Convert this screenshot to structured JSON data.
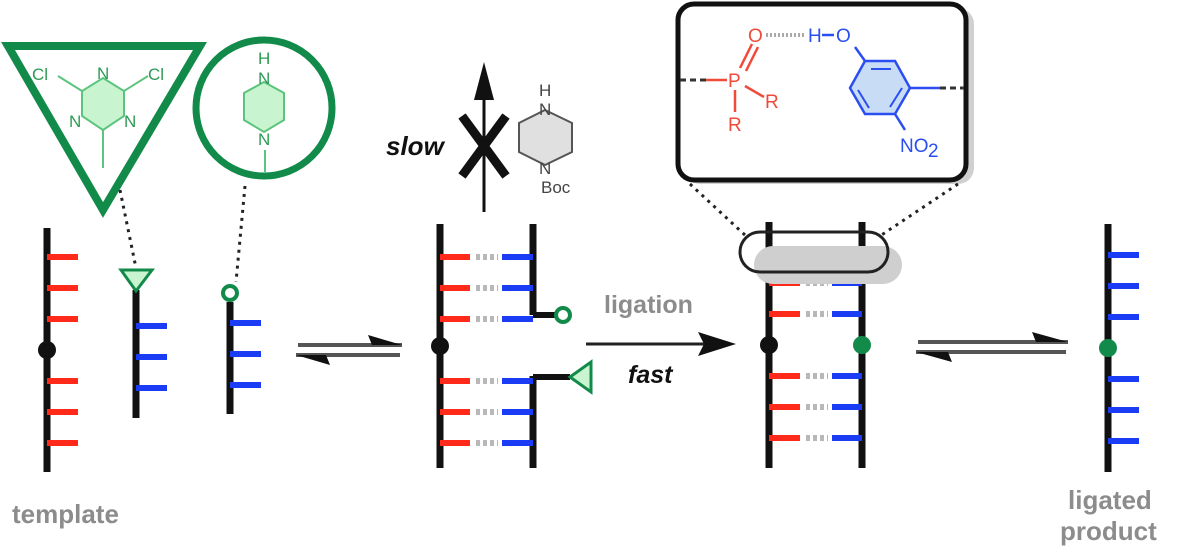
{
  "colors": {
    "backbone": "#111111",
    "template_base": "#ff2a1a",
    "probe_base": "#1a3cf5",
    "hbond": "#b8b8b8",
    "green": "#128a4a",
    "green_fill": "#c8f5cf",
    "grey_text": "#8c8c8c",
    "phosphine": "#f04a3a",
    "phenol": "#2a4ef0"
  },
  "labels": {
    "template": "template",
    "ligation": "ligation",
    "fast": "fast",
    "slow": "slow",
    "ligated_line1": "ligated",
    "ligated_line2": "product"
  },
  "chem": {
    "triazine": {
      "cl_left": "Cl",
      "cl_right": "Cl",
      "n_top": "N",
      "n_left": "N",
      "n_right": "N"
    },
    "piperazine": {
      "h": "H",
      "n_top": "N",
      "n_bottom": "N"
    },
    "boc_piperazine": {
      "h": "H",
      "n_top": "N",
      "n_bottom": "N",
      "boc": "Boc"
    },
    "inset": {
      "o_phos": "O",
      "h": "H",
      "o_phenol": "O",
      "p": "P",
      "r1": "R",
      "r2": "R",
      "no2_main": "NO",
      "no2_sub": "2"
    }
  },
  "strands": {
    "template_bases": 6,
    "probe_bases": 3,
    "product_bases": 6
  }
}
